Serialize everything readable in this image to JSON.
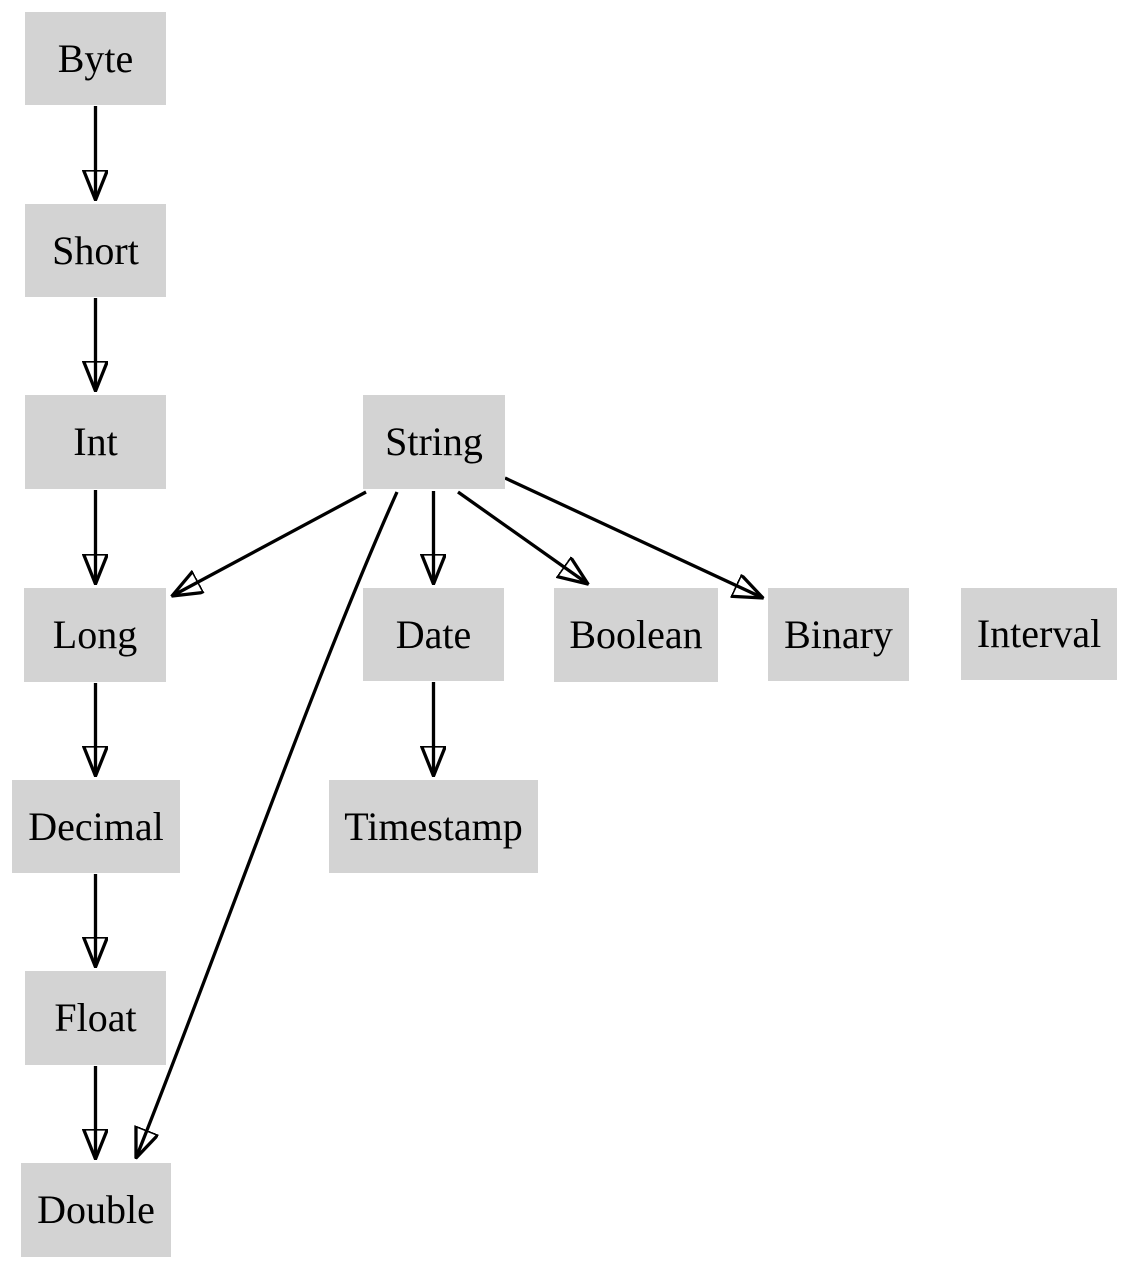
{
  "diagram": {
    "type": "graph",
    "colors": {
      "background": "#ffffff",
      "node-fill": "#d3d3d3",
      "text": "#000000",
      "edge": "#000000"
    },
    "nodes": [
      {
        "id": "byte",
        "label": "Byte"
      },
      {
        "id": "short",
        "label": "Short"
      },
      {
        "id": "int",
        "label": "Int"
      },
      {
        "id": "long",
        "label": "Long"
      },
      {
        "id": "decimal",
        "label": "Decimal"
      },
      {
        "id": "float",
        "label": "Float"
      },
      {
        "id": "double",
        "label": "Double"
      },
      {
        "id": "string",
        "label": "String"
      },
      {
        "id": "date",
        "label": "Date"
      },
      {
        "id": "boolean",
        "label": "Boolean"
      },
      {
        "id": "binary",
        "label": "Binary"
      },
      {
        "id": "interval",
        "label": "Interval"
      },
      {
        "id": "timestamp",
        "label": "Timestamp"
      }
    ],
    "edges": [
      {
        "from": "Byte",
        "to": "Short"
      },
      {
        "from": "Short",
        "to": "Int"
      },
      {
        "from": "Int",
        "to": "Long"
      },
      {
        "from": "Long",
        "to": "Decimal"
      },
      {
        "from": "Decimal",
        "to": "Float"
      },
      {
        "from": "Float",
        "to": "Double"
      },
      {
        "from": "String",
        "to": "Long"
      },
      {
        "from": "String",
        "to": "Date"
      },
      {
        "from": "String",
        "to": "Boolean"
      },
      {
        "from": "String",
        "to": "Binary"
      },
      {
        "from": "String",
        "to": "Double"
      },
      {
        "from": "Date",
        "to": "Timestamp"
      }
    ]
  }
}
